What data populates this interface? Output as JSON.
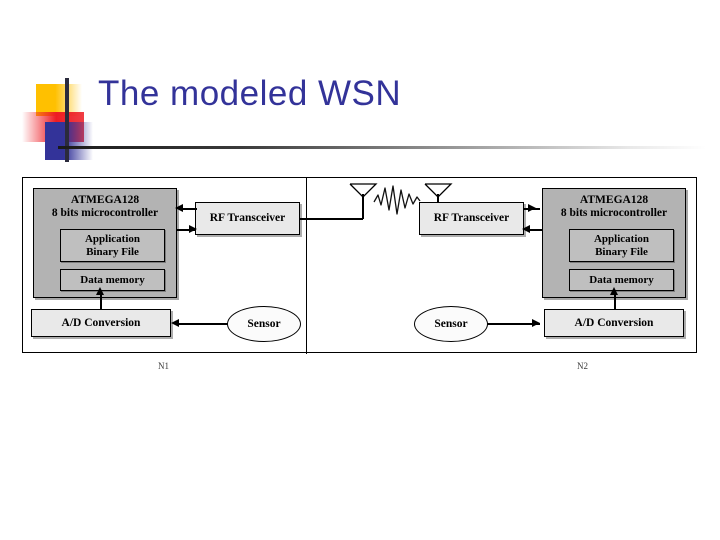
{
  "slide": {
    "title": "The modeled WSN"
  },
  "decoration": {
    "yellow_color": "#FFC000",
    "red_color": "#ED1C24",
    "blue_color": "#333399",
    "title_color": "#333399",
    "rule_color": "#1a1a1a"
  },
  "diagram": {
    "type": "block-diagram",
    "node_labels": [
      "N1",
      "N2"
    ],
    "nodes": [
      {
        "id": "N1",
        "label": "N1",
        "mcu": {
          "title_line1": "ATMEGA128",
          "title_line2": "8 bits microcontroller",
          "sub_blocks": [
            {
              "line1": "Application",
              "line2": "Binary File"
            },
            {
              "line1": "Data memory",
              "line2": ""
            }
          ]
        },
        "transceiver": "RF Transceiver",
        "adc": "A/D Conversion",
        "sensor": "Sensor"
      },
      {
        "id": "N2",
        "label": "N2",
        "mcu": {
          "title_line1": "ATMEGA128",
          "title_line2": "8 bits microcontroller",
          "sub_blocks": [
            {
              "line1": "Application",
              "line2": "Binary File"
            },
            {
              "line1": "Data memory",
              "line2": ""
            }
          ]
        },
        "transceiver": "RF Transceiver",
        "adc": "A/D Conversion",
        "sensor": "Sensor"
      }
    ],
    "wireless_link": {
      "left_antenna": "antenna-icon",
      "right_antenna": "antenna-icon",
      "wave": "rf-wave-icon"
    },
    "colors": {
      "mcu_fill": "#b3b3b3",
      "sub_block_fill": "#bfbfbf",
      "light_box_fill": "#e9e9e9",
      "sensor_fill": "#fbfbfb",
      "outline": "#000000"
    }
  }
}
